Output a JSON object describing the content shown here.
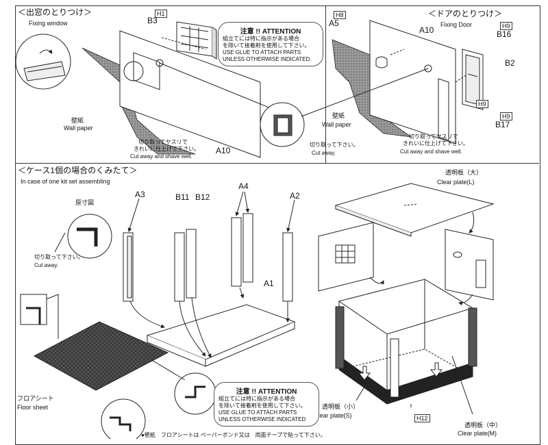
{
  "top_left": {
    "title": "＜出窓のとりつけ＞",
    "subtitle": "Fixing window",
    "b3": "B3",
    "h1": "H1",
    "wall_jp": "壁紙",
    "wall_en": "Wall paper",
    "cut_jp1": "切り取ってヤスリで",
    "cut_jp2": "きれいに仕上げて下さい。",
    "cut_en": "Cut away and shave well.",
    "a10": "A10"
  },
  "attention_top": {
    "title": "注意 !! ATTENTION",
    "jp1": "組立てには特に指示がある場合",
    "jp2": "を除いて接着剤を使用して下さい。",
    "en1": "USE GLUE TO ATTACH PARTS",
    "en2": "UNLESS  OTHERWISE INDICATED."
  },
  "top_mid": {
    "cut_jp": "切り取って下さい。",
    "cut_en": "Cut away."
  },
  "top_right": {
    "title": "＜ドアのとりつけ＞",
    "subtitle": "Fixing Door",
    "h8": "H8",
    "a5": "A5",
    "a10": "A10",
    "h9a": "H9",
    "b16": "B16",
    "b2": "B2",
    "h9b": "H9",
    "h9c": "H9",
    "b17": "B17",
    "wall_jp": "壁紙",
    "wall_en": "Wall paper",
    "cut_jp1": "切り取ってヤスリで",
    "cut_jp2": "きれいに仕上げて下さい。",
    "cut_en": "Cut away and shave well."
  },
  "bottom": {
    "title": "＜ケース1個の場合のくみたて＞",
    "subtitle": "In case of one kit set assembling",
    "a3": "A3",
    "b11": "B11",
    "b12": "B12",
    "a4": "A4",
    "a2": "A2",
    "a1": "A1",
    "gensun": "原寸図",
    "cut_jp": "切り取って下さい。",
    "cut_en": "Cut away.",
    "floor_jp": "フロアシート",
    "floor_en": "Floor sheet",
    "clear_l_jp": "透明板（大）",
    "clear_l_en": "Clear plate(L)",
    "clear_s_jp": "透明板（小）",
    "clear_s_en": "Clear plate(S)",
    "h12": "H12",
    "clear_m_jp": "透明板（中）",
    "clear_m_en": "Clear plate(M)",
    "footnote": "●壁紙　フロアシートは ペーパーボンド又は　両面テープで貼って下さい。"
  },
  "attention_bottom": {
    "title": "注意 !! ATTENTION",
    "jp1": "組立てには特に指示がある場合",
    "jp2": "を除いて接着剤を使用して下さい。",
    "en1": "USE GLUE TO ATTACH PARTS",
    "en2": "UNLESS  OTHERWISE INDICATED"
  }
}
